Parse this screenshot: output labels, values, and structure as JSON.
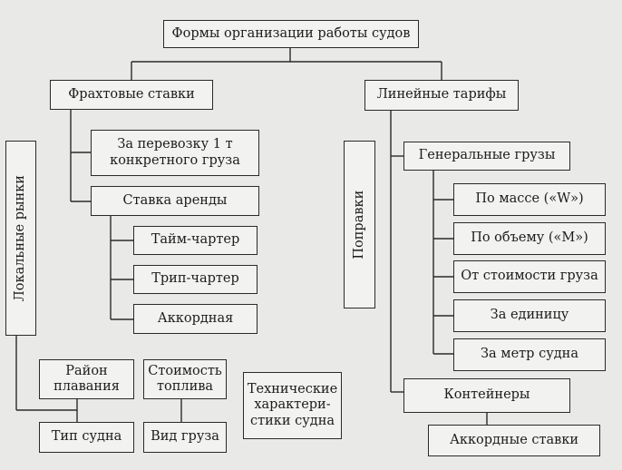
{
  "diagram": {
    "title": "Формы организации работы судов",
    "freight_rates": "Фрахтовые ставки",
    "per_ton": "За перевозку 1 т\nконкретного груза",
    "lease_rate": "Ставка аренды",
    "time_charter": "Тайм-чартер",
    "trip_charter": "Трип-чартер",
    "lump_sum": "Аккордная",
    "local_markets": "Локальные рынки",
    "navigation_area": "Район\nплавания",
    "fuel_cost": "Стоимость\nтоплива",
    "technical_specs": "Технические\nхарактери-\nстики судна",
    "vessel_type": "Тип судна",
    "cargo_type": "Вид груза",
    "liner_tariffs": "Линейные тарифы",
    "amendments": "Поправки",
    "general_cargo": "Генеральные грузы",
    "by_mass": "По массе («W»)",
    "by_volume": "По объему («М»)",
    "by_value": "От стоимости груза",
    "per_unit": "За единицу",
    "per_meter": "За метр судна",
    "containers": "Контейнеры",
    "lump_sum_rates": "Аккордные ставки"
  }
}
